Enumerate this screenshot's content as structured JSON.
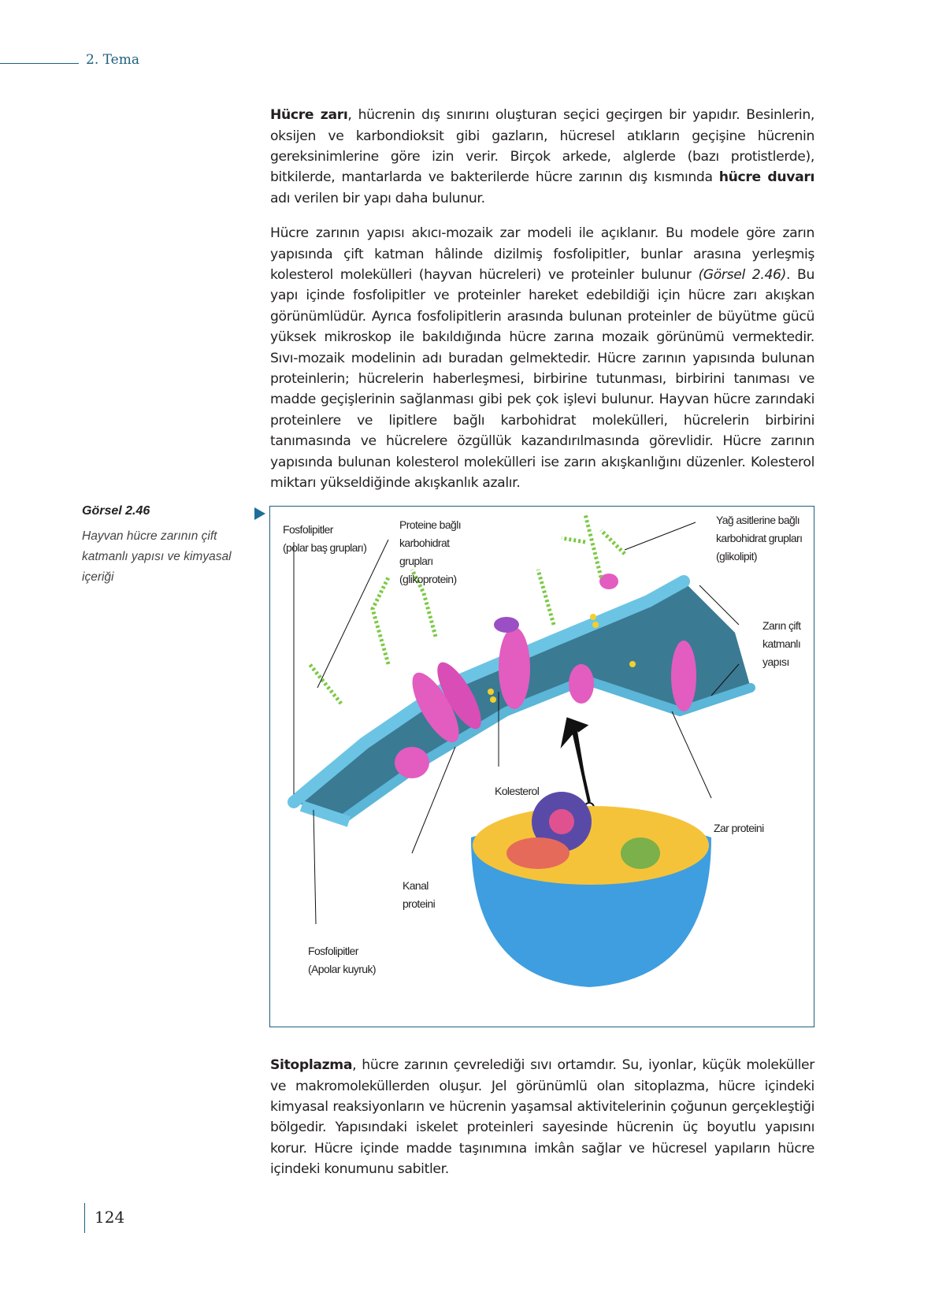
{
  "header": {
    "section": "2. Tema"
  },
  "paragraph1": {
    "term": "Hücre zarı",
    "text1": ", hücrenin dış sınırını oluşturan seçici geçirgen bir yapıdır. Besinlerin, oksijen ve karbondioksit gibi gazların, hücresel atıkların geçişine hücrenin gereksinimlerine göre izin verir.  Birçok arkede, alglerde (bazı protistlerde), bitkilerde, mantarlarda ve bakterilerde  hücre zarının dış kısmında ",
    "term2": "hücre duvarı",
    "text2": " adı verilen bir yapı daha bulunur."
  },
  "paragraph2": {
    "text1": "Hücre zarının yapısı akıcı-mozaik zar modeli ile açıklanır. Bu modele göre zarın yapısında çift katman hâlinde dizilmiş fosfolipitler, bunlar arasına yerleşmiş kolesterol molekülleri (hayvan hücreleri) ve proteinler bulunur ",
    "ref": "(Görsel 2.46)",
    "text2": ". Bu yapı içinde fosfolipitler ve proteinler hareket edebildiği için hücre zarı akışkan görünümlüdür. Ayrıca fosfolipitlerin arasında bulunan proteinler de büyütme gücü yüksek mikroskop ile bakıldığında hücre zarına mozaik görünümü vermektedir. Sıvı-mozaik modelinin adı buradan gelmektedir. Hücre zarının yapısında bulunan proteinlerin; hücrelerin haberleşmesi, birbirine tutunması, birbirini tanıması ve madde geçişlerinin sağlanması gibi pek çok işlevi bulunur. Hayvan hücre zarındaki proteinlere ve lipitlere bağlı karbohidrat molekülleri, hücrelerin birbirini tanımasında ve hücrelere özgüllük kazandırılmasında görevlidir. Hücre zarının yapısında bulunan kolesterol molekülleri ise zarın akışkanlığını düzenler. Kolesterol miktarı yükseldiğinde akışkanlık azalır."
  },
  "figure": {
    "title": "Görsel 2.46",
    "caption": "Hayvan hücre zarının çift katmanlı yapısı ve kimyasal içeriği",
    "labels": {
      "phospholipid_heads": "Fosfolipitler\n(polar baş grupları)",
      "glycoprotein": "Proteine bağlı\nkarbohidrat\ngrupları\n(glikoprotein)",
      "glycolipid": "Yağ asitlerine bağlı\nkarbohidrat grupları\n(glikolipit)",
      "bilayer": "Zarın çift\nkatmanlı\nyapısı",
      "cholesterol": "Kolesterol",
      "membrane_protein": "Zar proteini",
      "channel_protein": "Kanal\nproteini",
      "phospholipid_tails": "Fosfolipitler\n(Apolar kuyruk)"
    }
  },
  "paragraph3": {
    "term": "Sitoplazma",
    "text": ", hücre zarının çevrelediği sıvı ortamdır. Su, iyonlar, küçük moleküller ve makromoleküllerden oluşur. Jel görünümlü olan sitoplazma, hücre içindeki kimyasal reaksiyonların ve hücrenin yaşamsal aktivitelerinin çoğunun gerçekleştiği bölgedir. Yapısındaki iskelet proteinleri sayesinde hücrenin üç boyutlu yapısını korur. Hücre içinde madde taşınımına imkân sağlar ve hücresel yapıların hücre içindeki konumunu sabitler."
  },
  "footer": {
    "page_number": "124"
  }
}
